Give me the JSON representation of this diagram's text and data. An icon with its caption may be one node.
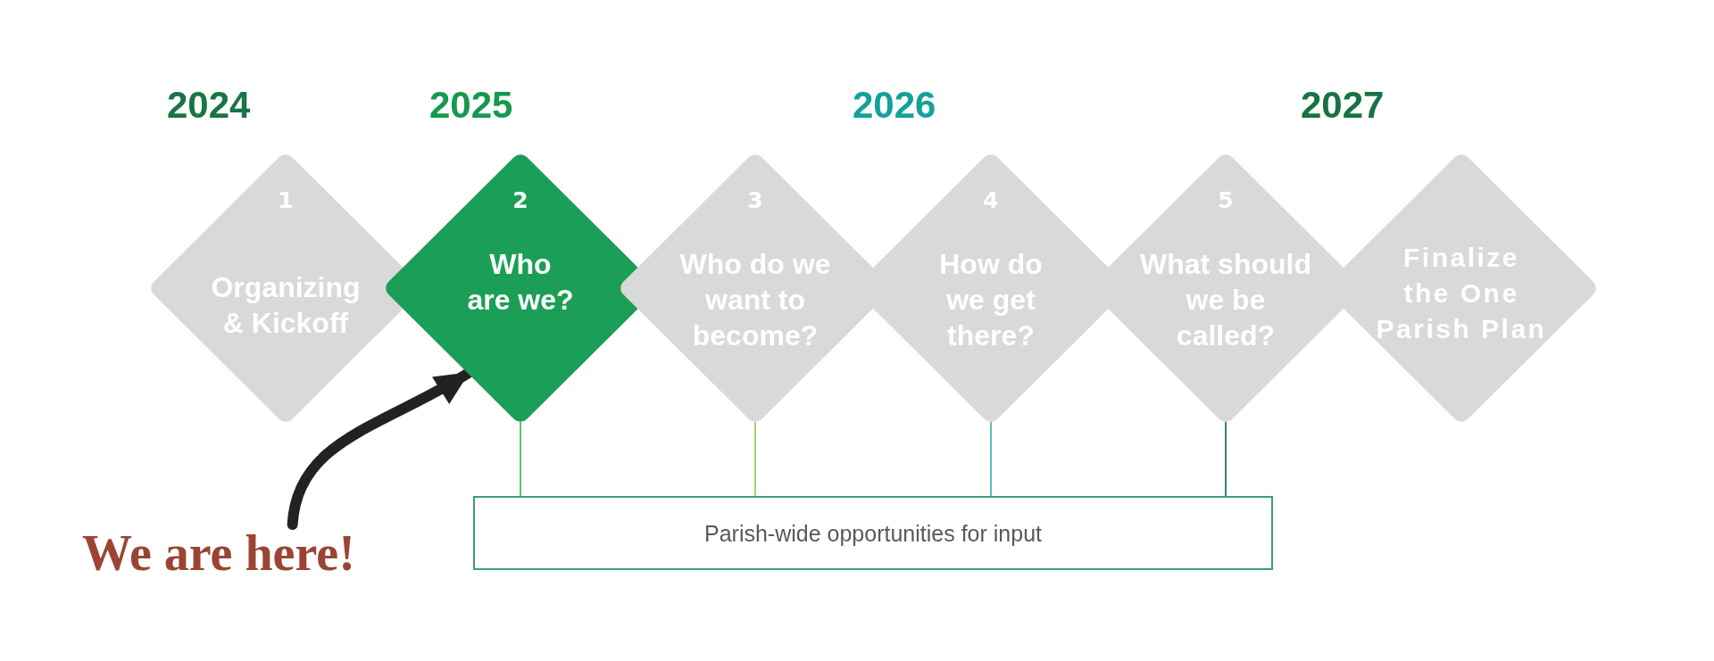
{
  "diagram": {
    "nodes": [
      {
        "text": [
          "1",
          "Organizing & Kickoff"
        ]
      },
      {
        "text": [
          "2",
          "Who are we?"
        ]
      },
      {
        "text": [
          "3",
          "Who do we want to become?"
        ]
      },
      {
        "text": [
          "4",
          "How do we get there?"
        ]
      },
      {
        "text": [
          "5",
          "What should we be called?"
        ]
      },
      {
        "text": [
          "Finalize the One Parish Plan"
        ]
      },
      {
        "text": [
          "Parish-wide opportunities for input"
        ]
      },
      {
        "text": [
          "We are here!"
        ]
      }
    ],
    "edges": [
      {
        "from": 1,
        "to": 6,
        "arrow": "none",
        "color": "#5fbf7f"
      },
      {
        "from": 2,
        "to": 6,
        "arrow": "none",
        "color": "#a6d96a"
      },
      {
        "from": 3,
        "to": 6,
        "arrow": "none",
        "color": "#5bbfb5"
      },
      {
        "from": 4,
        "to": 6,
        "arrow": "none",
        "color": "#3a7f80"
      },
      {
        "from": 7,
        "to": 1,
        "arrow": "to",
        "style": "thick",
        "color": "#222222"
      }
    ],
    "labels": [
      "2024",
      "2025",
      "2026",
      "2027"
    ]
  }
}
